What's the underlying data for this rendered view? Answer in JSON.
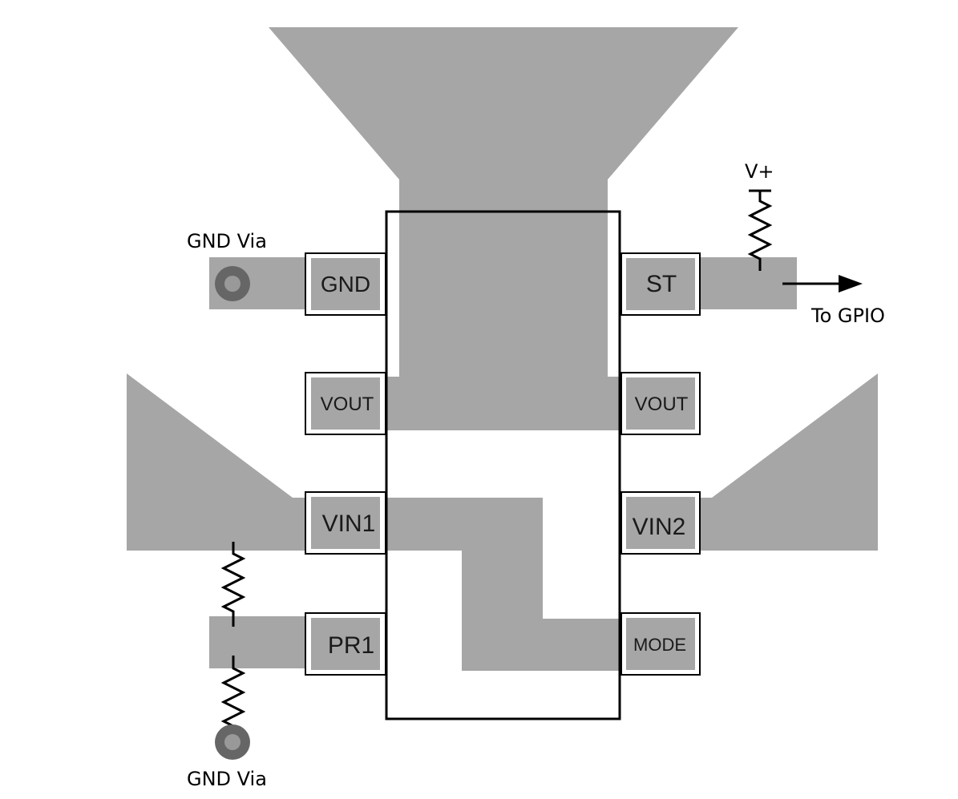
{
  "diagram": {
    "pins_left": [
      {
        "id": "gnd",
        "label": "GND"
      },
      {
        "id": "vout-left",
        "label": "VOUT"
      },
      {
        "id": "vin1",
        "label": "VIN1"
      },
      {
        "id": "pr1",
        "label": "PR1"
      }
    ],
    "pins_right": [
      {
        "id": "st",
        "label": "ST"
      },
      {
        "id": "vout-right",
        "label": "VOUT"
      },
      {
        "id": "vin2",
        "label": "VIN2"
      },
      {
        "id": "mode",
        "label": "MODE"
      }
    ],
    "annotations": {
      "gnd_via_top": "GND Via",
      "gnd_via_bottom": "GND Via",
      "supply": "V+",
      "gpio": "To GPIO"
    },
    "colors": {
      "copper": "#a6a6a6",
      "via_outer": "#666666",
      "via_inner": "#999999",
      "outline": "#000000"
    }
  }
}
